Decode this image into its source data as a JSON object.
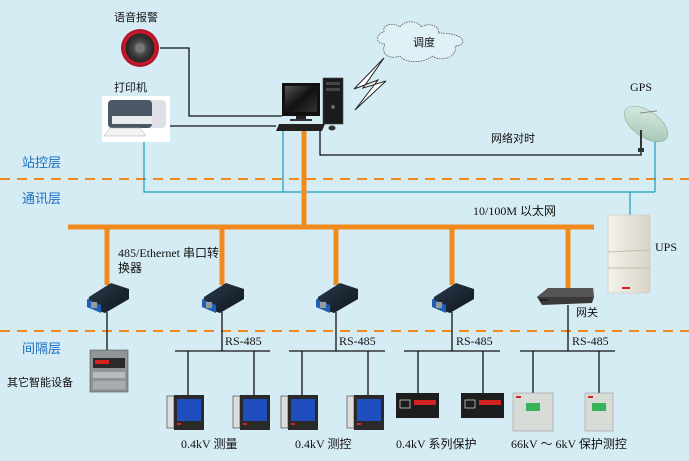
{
  "colors": {
    "background": "#d6ecf4",
    "ethernet_bus": "#f08a1c",
    "layer_divider": "#f08a1c",
    "layer_label": "#1a6fc0",
    "rs485_line": "#111111",
    "ups_power_line": "#1a9cc0"
  },
  "layers": [
    {
      "id": "station",
      "label": "站控层"
    },
    {
      "id": "comm",
      "label": "通讯层"
    },
    {
      "id": "bay",
      "label": "间隔层"
    }
  ],
  "station_level": {
    "alarm_label": "语音报警",
    "printer_label": "打印机",
    "dispatch_label": "调度",
    "gps_label": "GPS",
    "time_sync_label": "网络对时"
  },
  "comm_level": {
    "ethernet_label": "10/100M 以太网",
    "converter_label": "485/Ethernet 串口转换器",
    "gateway_label": "网关",
    "ups_label": "UPS",
    "converter_count": 4
  },
  "bay_level": {
    "other_devices_label": "其它智能设备",
    "rs485_label": "RS-485",
    "groups": [
      {
        "label": "0.4kV 测量",
        "device_type": "meter"
      },
      {
        "label": "0.4kV 测控",
        "device_type": "meter"
      },
      {
        "label": "0.4kV 系列保护",
        "device_type": "protection-relay"
      },
      {
        "label": "66kV ～ 6kV 保护测控",
        "device_type": "protection-unit"
      }
    ]
  }
}
